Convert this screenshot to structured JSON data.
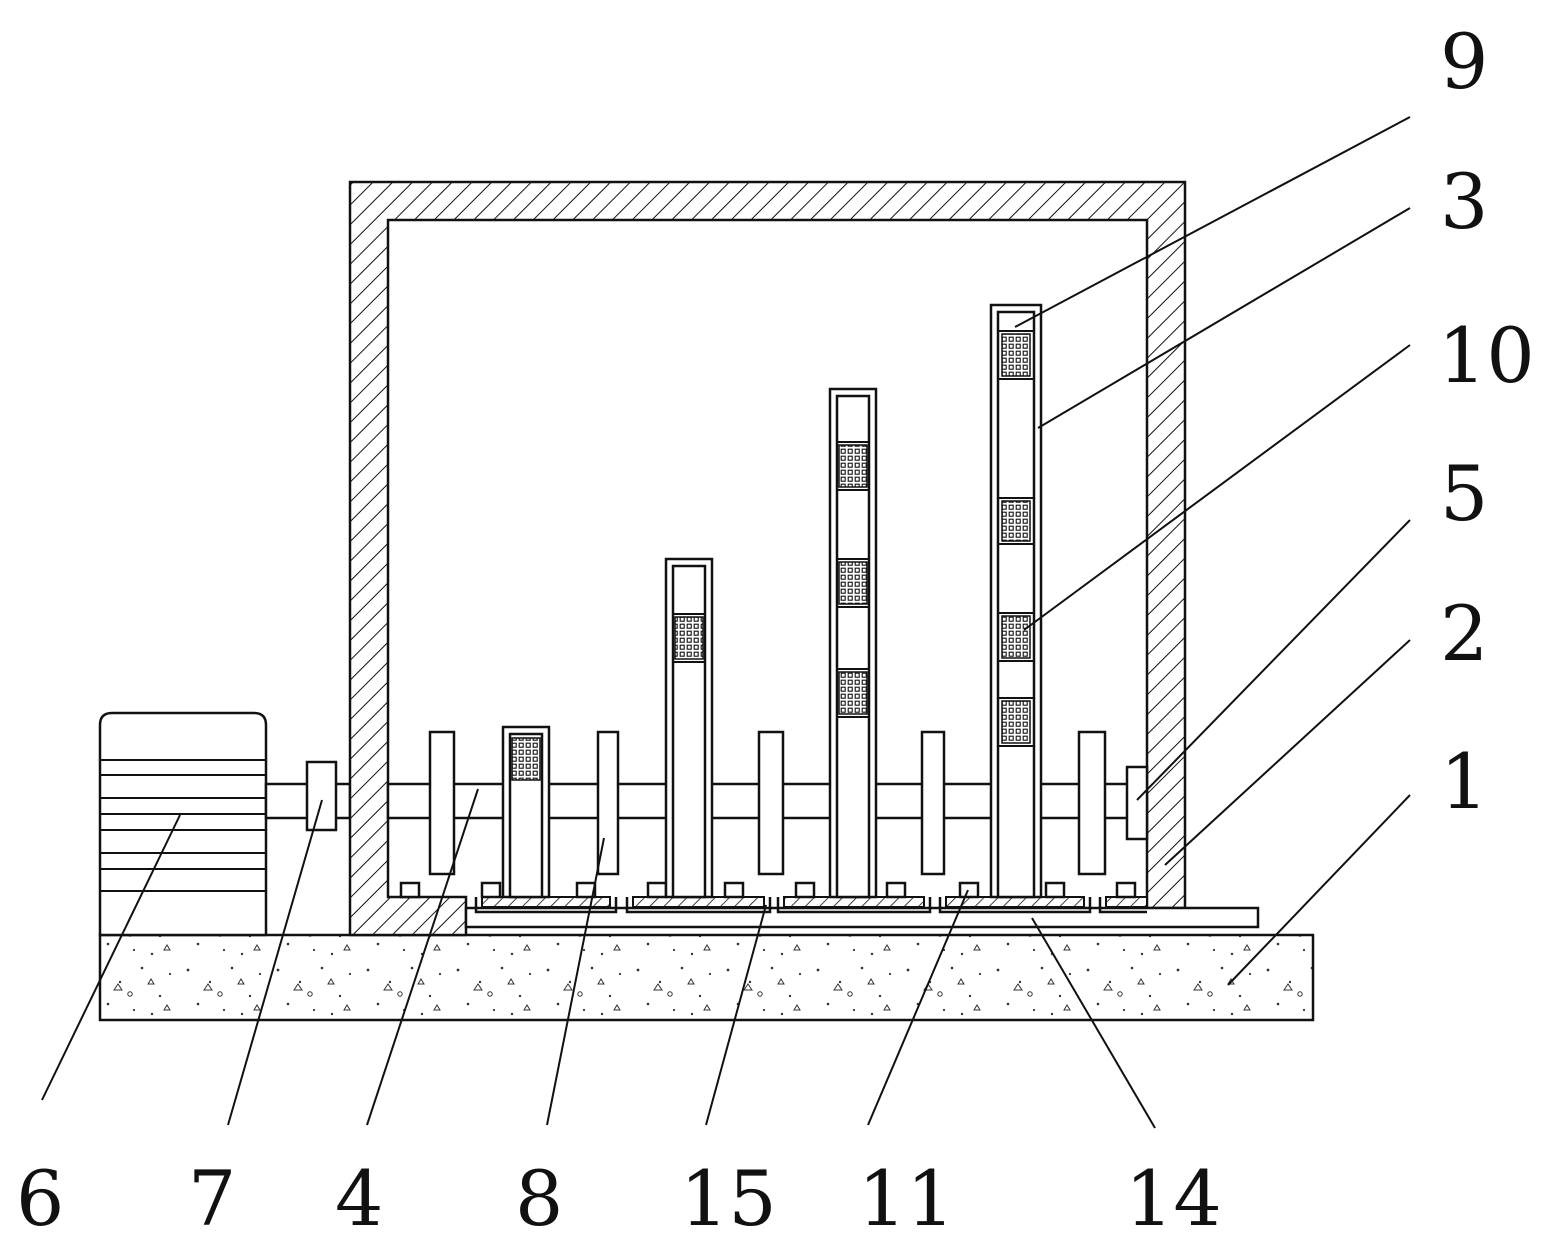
{
  "callouts": [
    {
      "id": "6",
      "label": "6"
    },
    {
      "id": "7",
      "label": "7"
    },
    {
      "id": "4",
      "label": "4"
    },
    {
      "id": "8",
      "label": "8"
    },
    {
      "id": "15",
      "label": "15"
    },
    {
      "id": "11",
      "label": "11"
    },
    {
      "id": "14",
      "label": "14"
    },
    {
      "id": "9",
      "label": "9"
    },
    {
      "id": "3",
      "label": "3"
    },
    {
      "id": "10",
      "label": "10"
    },
    {
      "id": "5",
      "label": "5"
    },
    {
      "id": "2",
      "label": "2"
    },
    {
      "id": "1",
      "label": "1"
    }
  ]
}
